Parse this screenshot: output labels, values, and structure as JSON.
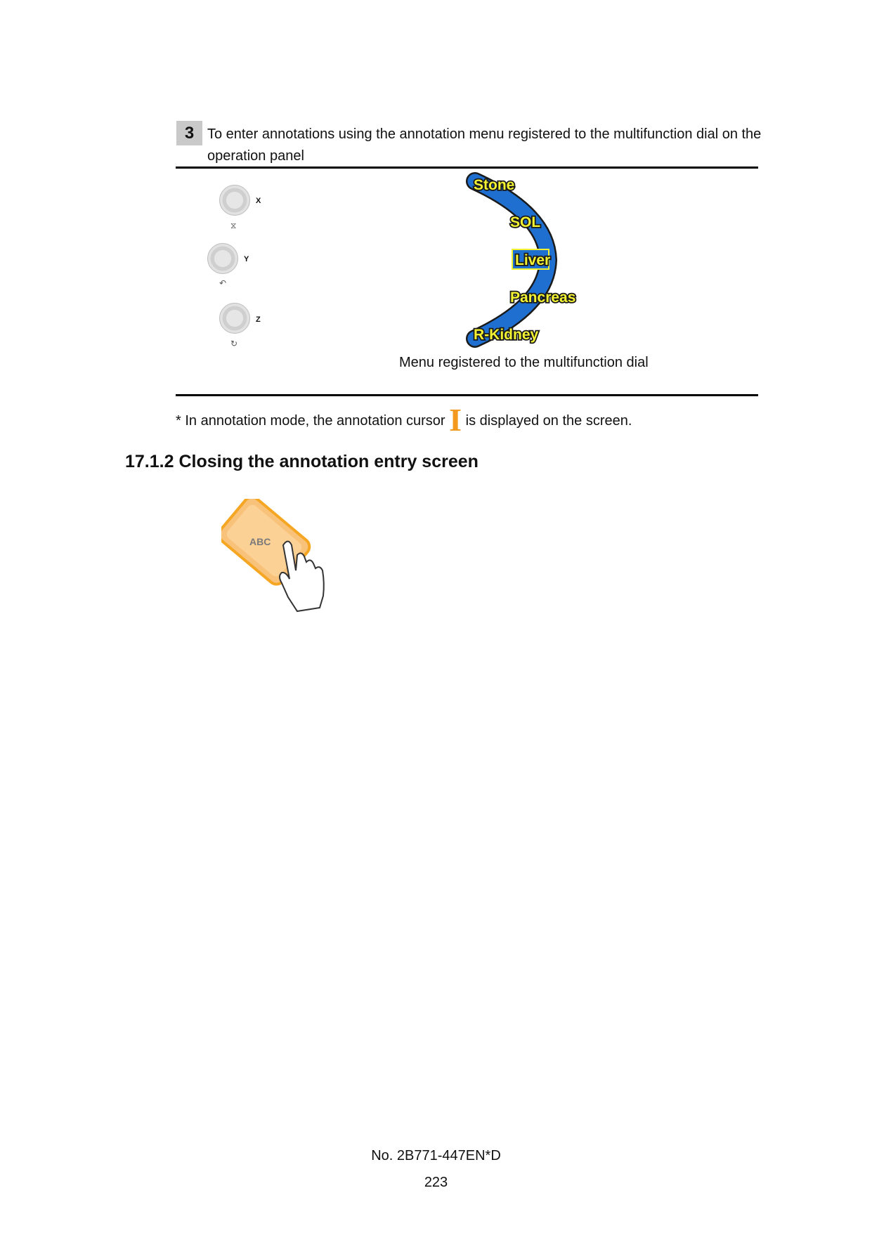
{
  "step": {
    "number": "3",
    "text": "To enter annotations using the annotation menu registered to the multifunction dial on the operation panel"
  },
  "dials": [
    {
      "letter": "X",
      "icon": "hourglass-icon",
      "glyph": "⧖"
    },
    {
      "letter": "Y",
      "icon": "undo-icon",
      "glyph": "↶"
    },
    {
      "letter": "Z",
      "icon": "rotate-icon",
      "glyph": "↻"
    }
  ],
  "dial_menu": {
    "items": [
      "Stone",
      "SOL",
      "Liver",
      "Pancreas",
      "R-Kidney"
    ],
    "selected": "Liver",
    "arc_color": "#1f6fd0",
    "label_color": "#f2f233"
  },
  "caption": "Menu registered to the multifunction dial",
  "note": {
    "prefix": "*  In annotation mode, the annotation cursor",
    "suffix": "is displayed on the screen.",
    "cursor_color": "#f39a1e"
  },
  "section": {
    "heading": "17.1.2 Closing the annotation entry screen",
    "card_label": "ABC",
    "card_color": "#f9c27a"
  },
  "footer": {
    "doc_number": "No. 2B771-447EN*D",
    "page_number": "223"
  }
}
